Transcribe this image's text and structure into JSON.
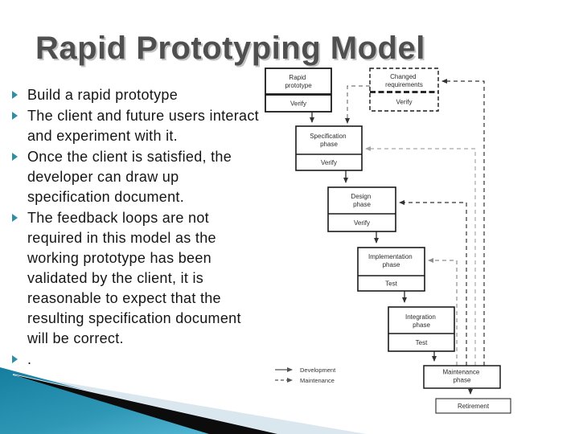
{
  "slide": {
    "title": "Rapid Prototyping Model"
  },
  "bullets": [
    "Build a rapid prototype",
    "The client and future users interact and experiment with it.",
    "Once the client is satisfied, the developer can draw up specification document.",
    "The feedback loops are not required in this model as the working prototype has been validated by the client, it is reasonable to expect that the resulting specification document will be correct.",
    "."
  ],
  "diagram": {
    "boxes": [
      {
        "id": "rapid-prototype",
        "lines": [
          "Rapid",
          "prototype"
        ],
        "sub": "Verify"
      },
      {
        "id": "changed-requirements",
        "lines": [
          "Changed",
          "requirements"
        ],
        "sub": "Verify"
      },
      {
        "id": "specification-phase",
        "lines": [
          "Specification",
          "phase"
        ],
        "sub": "Verify"
      },
      {
        "id": "design-phase",
        "lines": [
          "Design",
          "phase"
        ],
        "sub": "Verify"
      },
      {
        "id": "implementation-phase",
        "lines": [
          "Implementation",
          "phase"
        ],
        "sub": "Test"
      },
      {
        "id": "integration-phase",
        "lines": [
          "Integration",
          "phase"
        ],
        "sub": "Test"
      },
      {
        "id": "maintenance-phase",
        "lines": [
          "Maintenance",
          "phase"
        ],
        "sub": ""
      },
      {
        "id": "retirement",
        "lines": [
          "Retirement"
        ],
        "sub": ""
      }
    ],
    "legend": [
      {
        "label": "Development",
        "line_style": "solid"
      },
      {
        "label": "Maintenance",
        "line_style": "dashed"
      }
    ]
  },
  "colors": {
    "title_gray": "#4f4f4f",
    "bullet_accent_teal": "#2e8fa3",
    "development_line": "#2b2b2b",
    "maintenance_line": "#333333",
    "swoosh_teal_dark": "#157d9e",
    "swoosh_teal_light": "#58bcd8",
    "swoosh_pale_blue": "#dbe7ef",
    "swoosh_stripe_black": "#0c0c0c"
  }
}
